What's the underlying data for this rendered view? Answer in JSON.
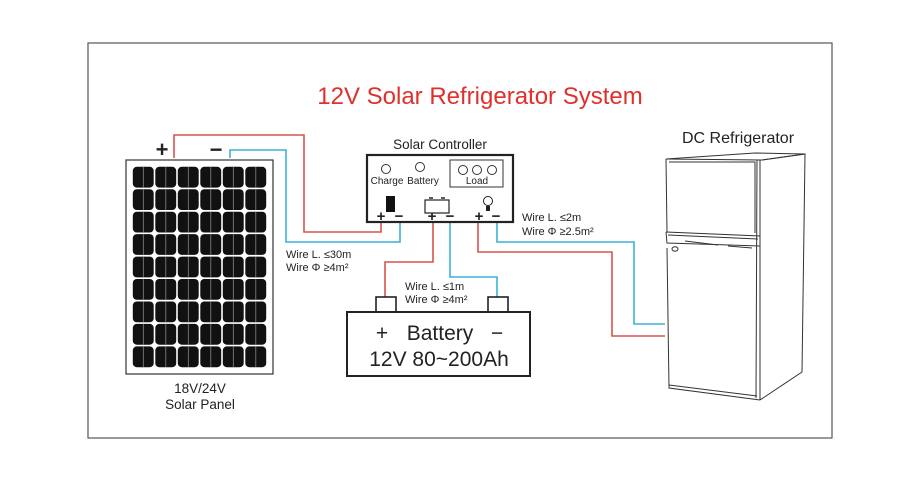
{
  "title": "12V Solar Refrigerator System",
  "colors": {
    "title": "#e0302c",
    "positive_wire": "#d9534f",
    "negative_wire": "#3bb0d8",
    "outline": "#222222"
  },
  "solar_panel": {
    "voltage": "18V/24V",
    "label": "Solar Panel",
    "plus": "+",
    "minus": "−",
    "cell_columns": 6,
    "cell_rows": 9
  },
  "controller": {
    "title": "Solar Controller",
    "indicators": [
      "Charge",
      "Battery"
    ],
    "load_label": "Load",
    "terminals": [
      {
        "name": "solar",
        "icon": "solar-panel-icon",
        "plus": "+",
        "minus": "−"
      },
      {
        "name": "battery",
        "icon": "battery-icon",
        "plus": "+",
        "minus": "−"
      },
      {
        "name": "load",
        "icon": "light-bulb-icon",
        "plus": "+",
        "minus": "−"
      }
    ]
  },
  "wires": {
    "panel_to_controller": {
      "length": "Wire L. ≤30m",
      "diameter": "Wire Φ ≥4m²"
    },
    "controller_to_battery": {
      "length": "Wire L. ≤1m",
      "diameter": "Wire Φ ≥4m²"
    },
    "controller_to_fridge": {
      "length": "Wire L. ≤2m",
      "diameter": "Wire Φ ≥2.5m²"
    }
  },
  "battery": {
    "plus": "+",
    "label": "Battery",
    "minus": "−",
    "spec": "12V 80~200Ah"
  },
  "refrigerator": {
    "label": "DC Refrigerator"
  }
}
